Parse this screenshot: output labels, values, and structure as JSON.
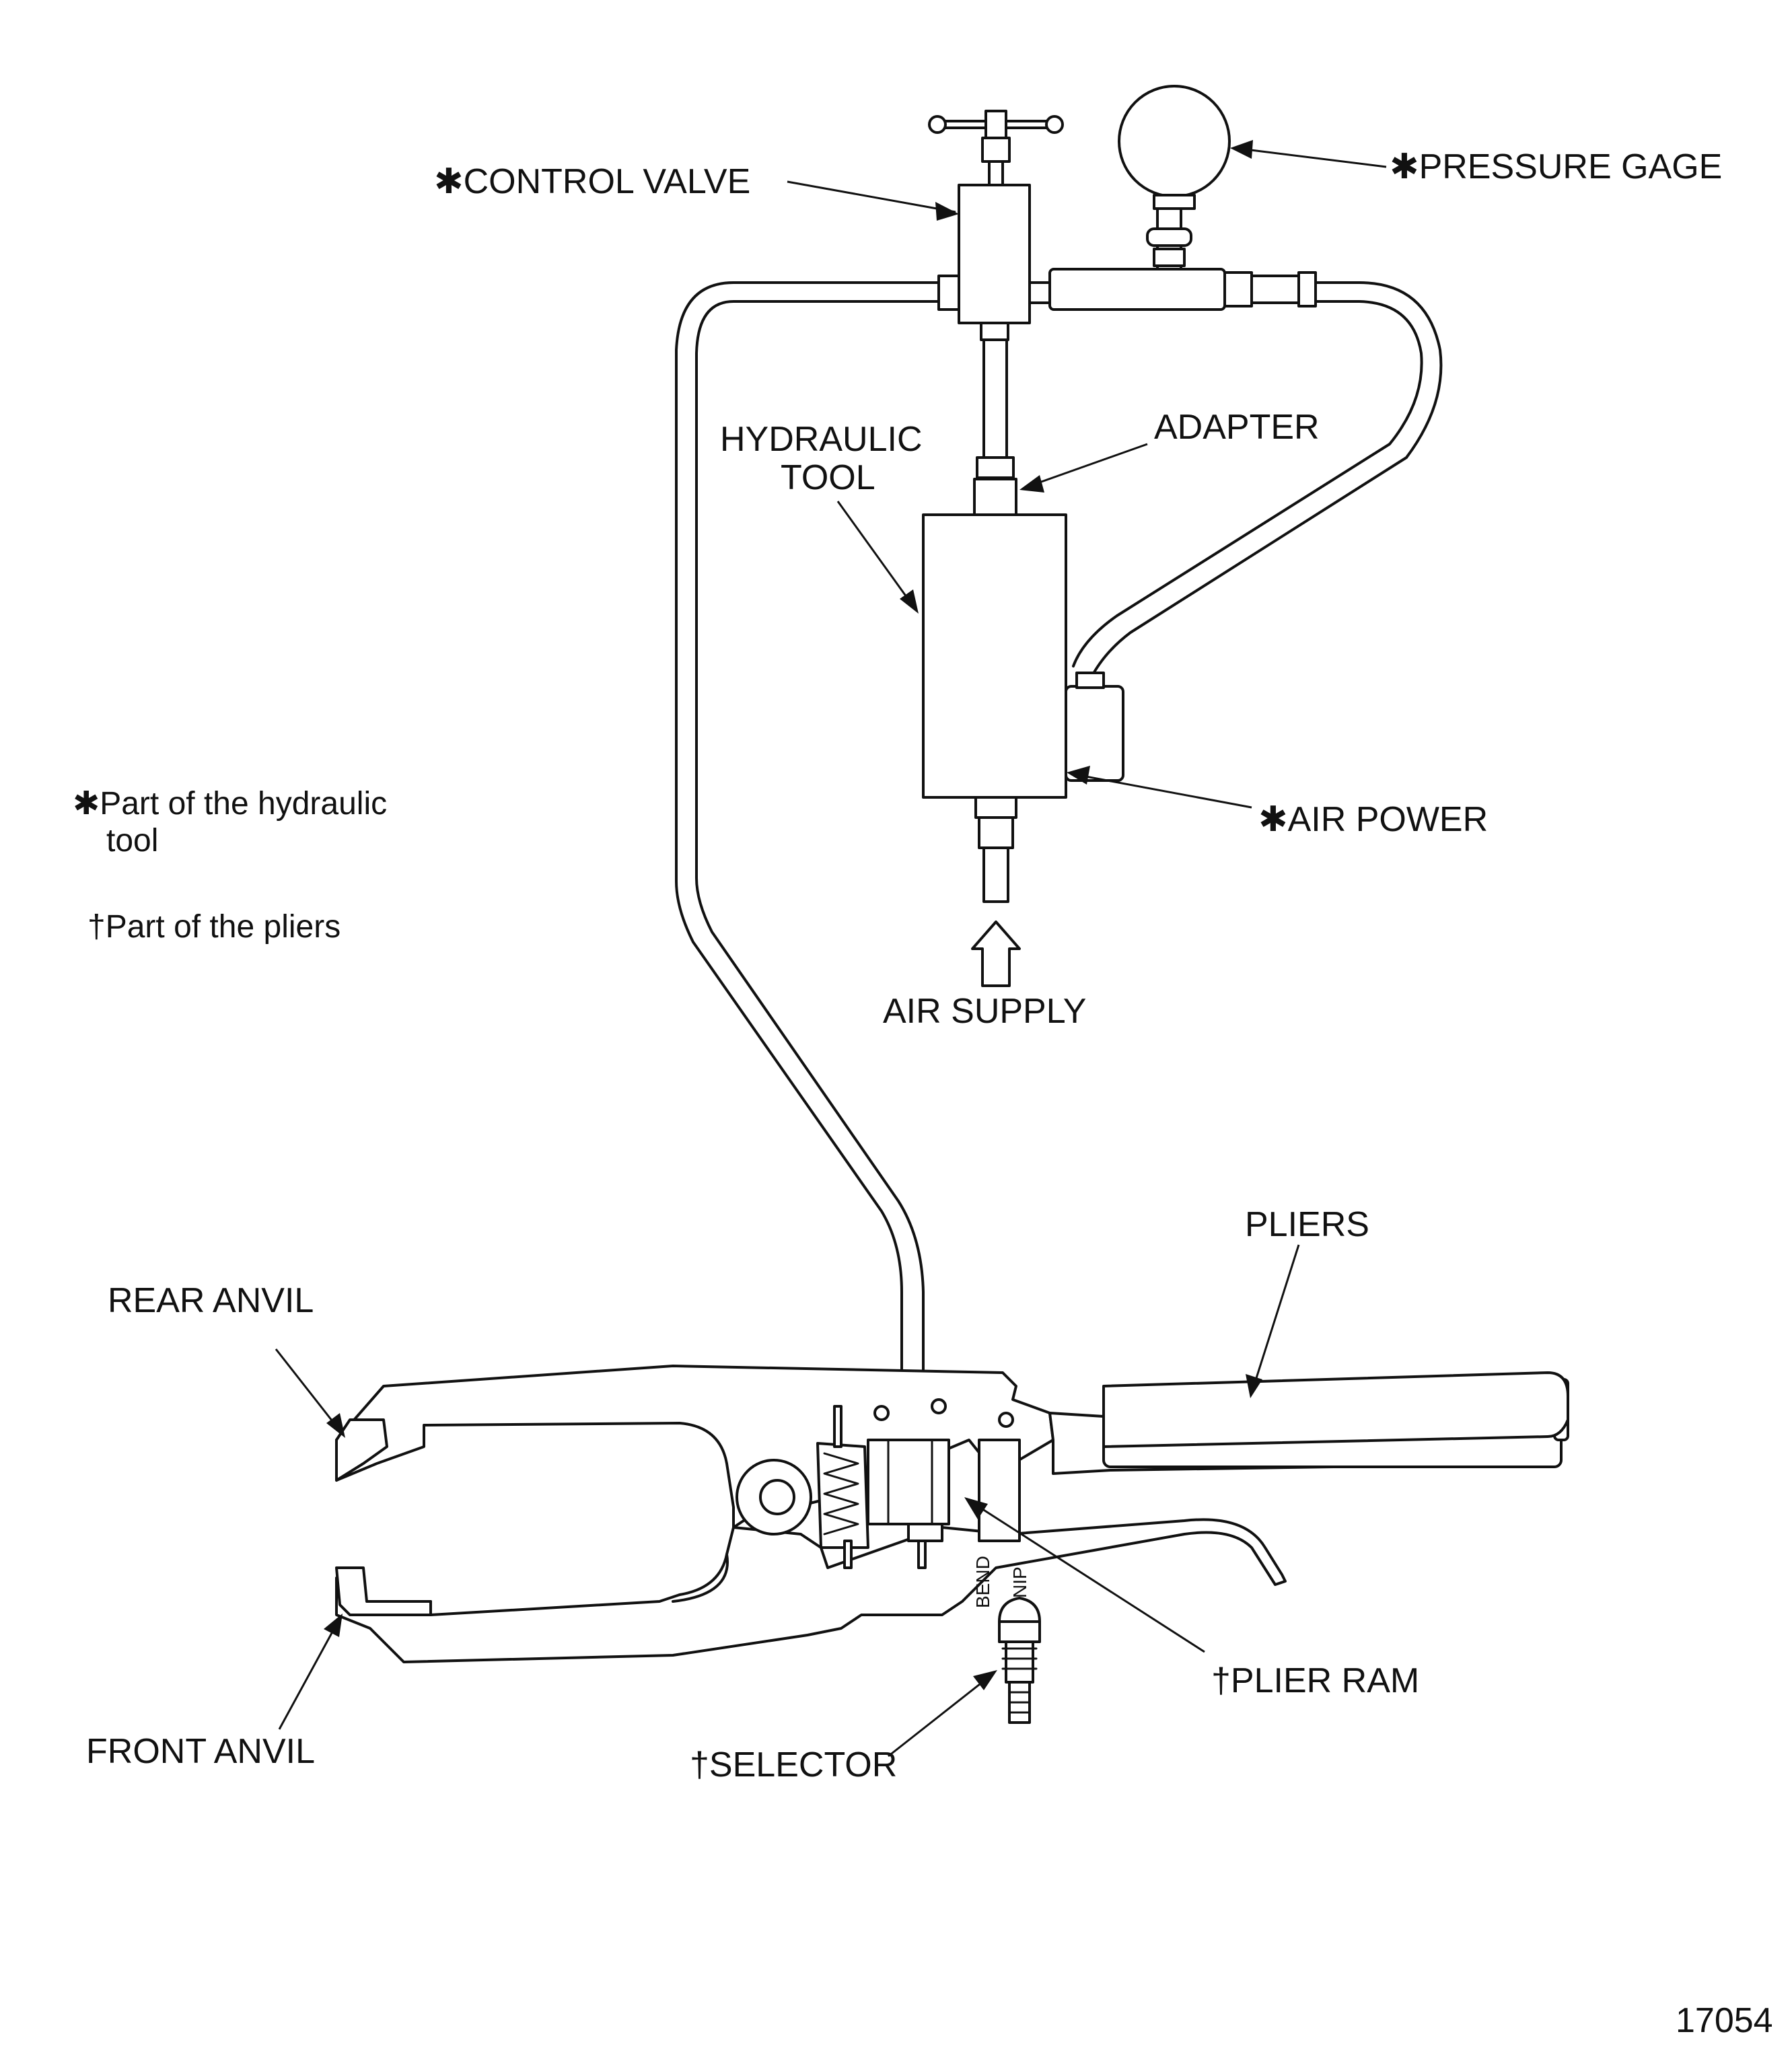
{
  "labels": {
    "control_valve": "✱CONTROL VALVE",
    "pressure_gage": "✱PRESSURE GAGE",
    "hydraulic_tool_1": "HYDRAULIC",
    "hydraulic_tool_2": "TOOL",
    "adapter": "ADAPTER",
    "air_power": "✱AIR POWER",
    "air_supply": "AIR SUPPLY",
    "pliers": "PLIERS",
    "rear_anvil": "REAR ANVIL",
    "front_anvil": "FRONT ANVIL",
    "plier_ram": "†PLIER RAM",
    "selector": "†SELECTOR",
    "bend": "BEND",
    "nip": "NIP"
  },
  "legend": {
    "hydraulic_line_1": "✱Part of the hydraulic",
    "hydraulic_line_2": "tool",
    "pliers_line": "†Part of the pliers"
  },
  "figure_number": "17054"
}
